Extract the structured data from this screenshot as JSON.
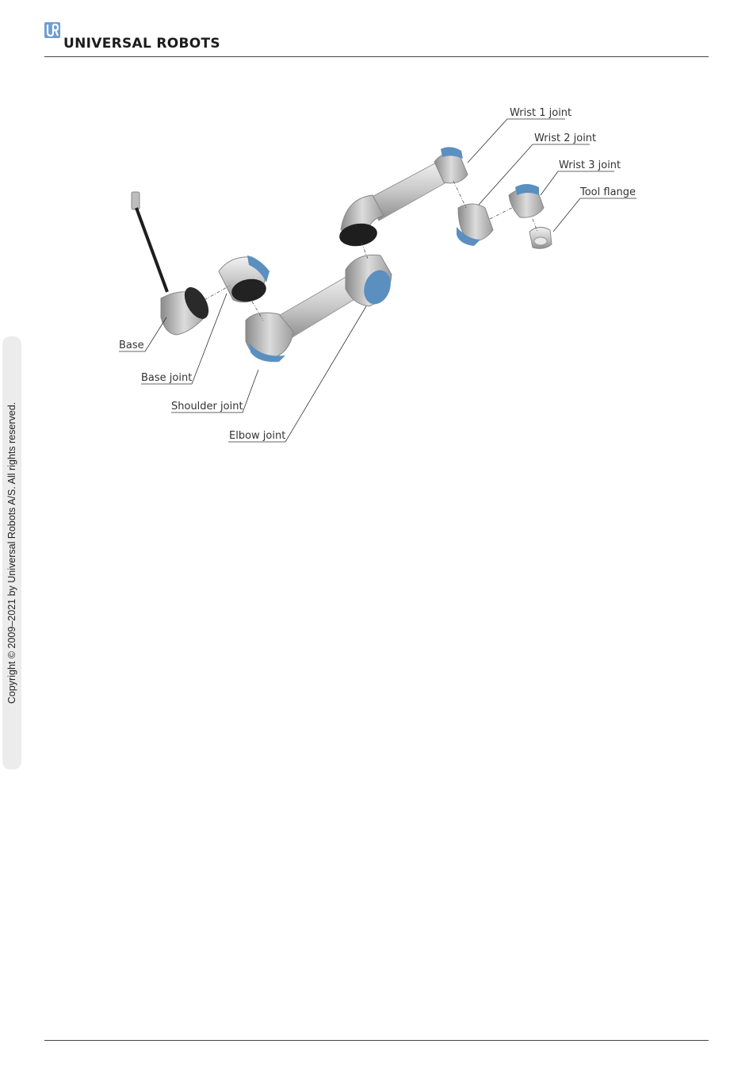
{
  "header": {
    "brand": "UNIVERSAL ROBOTS",
    "logo_icon": "universal-robots-logo-icon"
  },
  "sidebar": {
    "copyright": "Copyright © 2009–2021 by Universal Robots A/S. All rights reserved."
  },
  "figure": {
    "labels": {
      "wrist1": "Wrist 1 joint",
      "wrist2": "Wrist 2 joint",
      "wrist3": "Wrist 3 joint",
      "tool_flange": "Tool flange",
      "base": "Base",
      "base_joint": "Base joint",
      "shoulder_joint": "Shoulder joint",
      "elbow_joint": "Elbow joint"
    },
    "colors": {
      "joint_cap": "#5a8fc0",
      "metal": "#c8c8c8",
      "dark": "#2a2a2a"
    }
  }
}
